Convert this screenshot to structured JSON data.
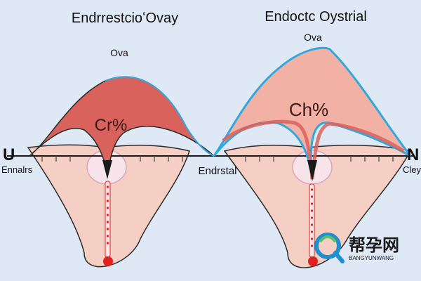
{
  "left_panel": {
    "title": "EndrrestcioʻOvay",
    "top_label": "Ova",
    "center_label": "Cr%",
    "edge_letter": "U",
    "axis_label": "Ennalrs"
  },
  "right_panel": {
    "title": "Endoctc Oystrial",
    "top_label": "Ova",
    "center_label": "Ch%",
    "edge_letter": "N",
    "axis_label": "Cleya"
  },
  "center_label": "Endrstal",
  "watermark": {
    "chinese": "帮孕网",
    "latin": "BANGYUNWANG"
  },
  "colors": {
    "background": "#dfe9f5",
    "left_wave": "#d9625c",
    "right_wave": "#f2b1a4",
    "right_wave_outline": "#2fa8e0",
    "tissue": "#f5cfc3",
    "marker_red": "#e02020"
  }
}
